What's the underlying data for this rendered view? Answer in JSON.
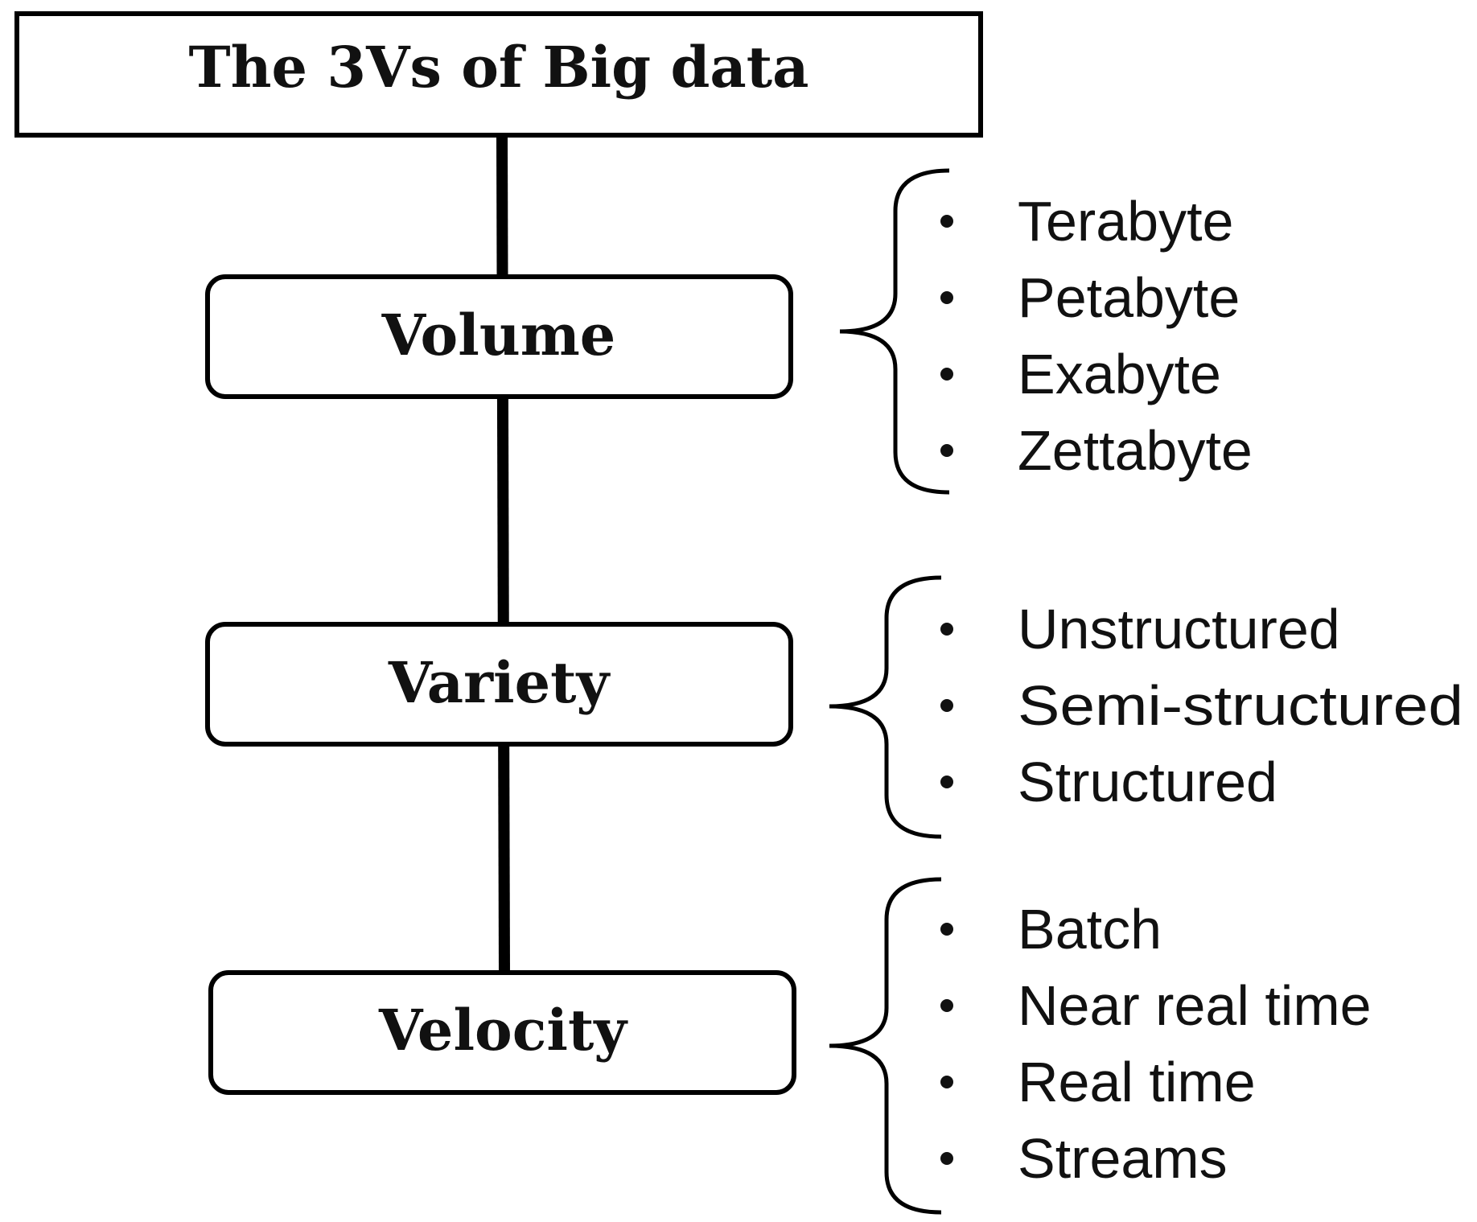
{
  "title": "The 3Vs of Big data",
  "categories": [
    {
      "label": "Volume",
      "items": [
        "Terabyte",
        "Petabyte",
        "Exabyte",
        "Zettabyte"
      ]
    },
    {
      "label": "Variety",
      "items": [
        "Unstructured",
        "Semi-structured",
        "Structured"
      ]
    },
    {
      "label": "Velocity",
      "items": [
        "Batch",
        "Near real time",
        "Real time",
        "Streams"
      ]
    }
  ]
}
